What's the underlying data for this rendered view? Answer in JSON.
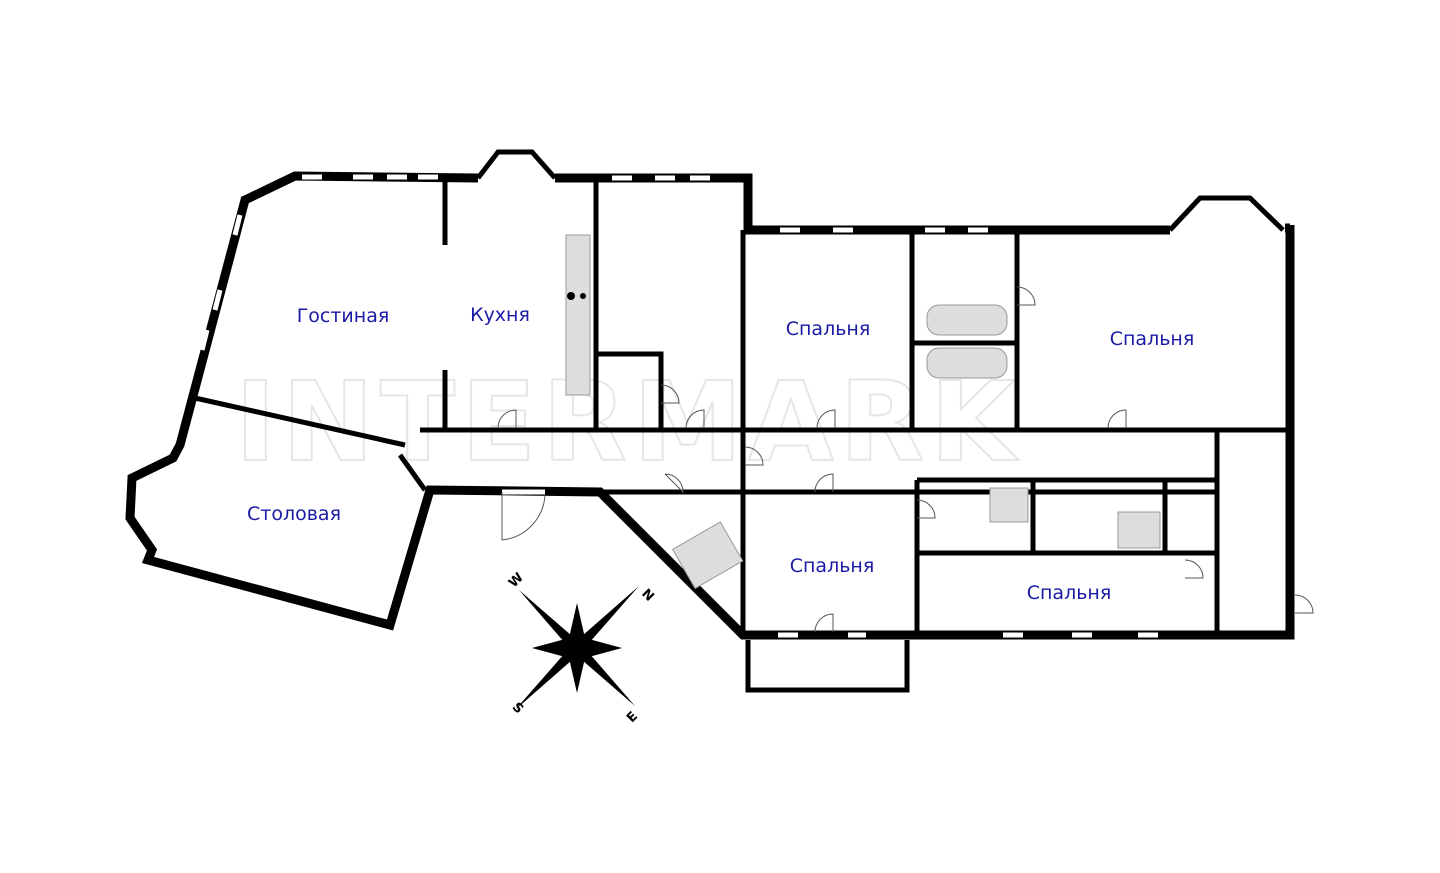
{
  "watermark": "INTERMARK",
  "rooms": {
    "living": "Гостиная",
    "kitchen": "Кухня",
    "bedroom1": "Спальня",
    "bedroom2": "Спальня",
    "dining": "Столовая",
    "bedroom3": "Спальня",
    "bedroom4": "Спальня"
  },
  "compass": {
    "n": "N",
    "s": "S",
    "e": "E",
    "w": "W"
  }
}
